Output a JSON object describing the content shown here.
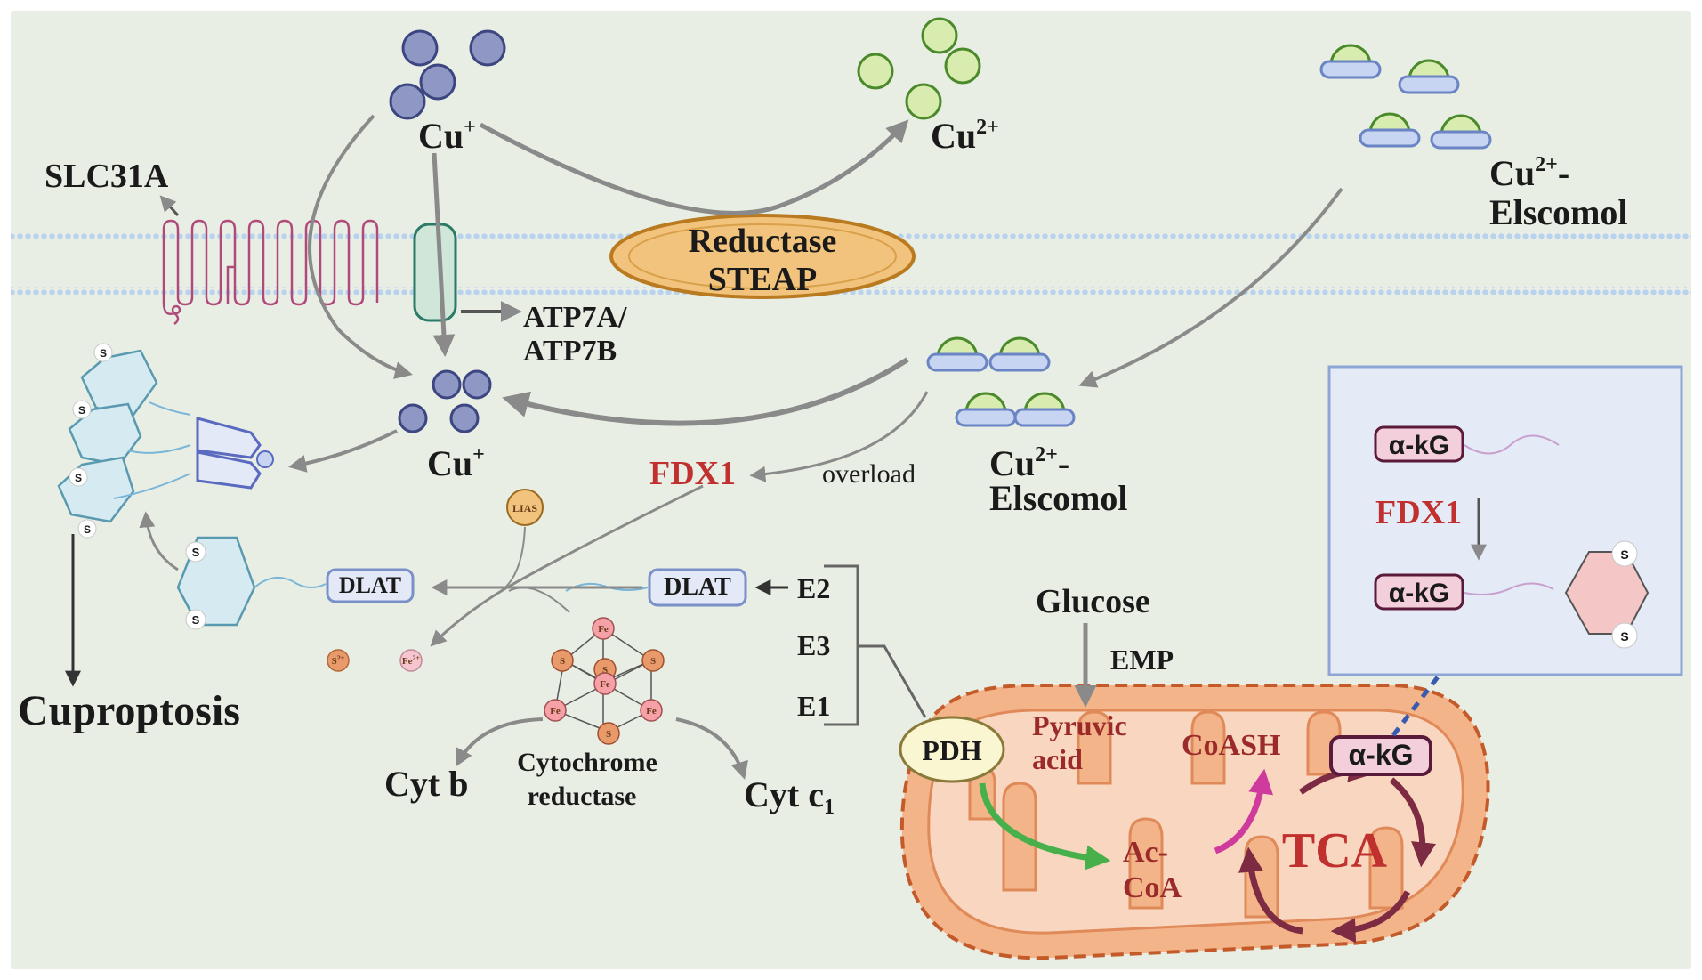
{
  "labels": {
    "cu_plus_top": "Cu",
    "cu_plus_top_sup": "+",
    "cu_2plus_top": "Cu",
    "cu_2plus_top_sup": "2+",
    "cu_elscomol_top_line1": "Cu",
    "cu_elscomol_top_sup": "2+",
    "cu_elscomol_top_dash": "-",
    "cu_elscomol_top_line2": "Elscomol",
    "slc31a": "SLC31A",
    "reductase": "Reductase",
    "steap": "STEAP",
    "atp7a": "ATP7A/",
    "atp7b": "ATP7B",
    "cu_plus_mid": "Cu",
    "cu_plus_mid_sup": "+",
    "fdx1": "FDX1",
    "overload": "overload",
    "cu_elscomol_mid_line1": "Cu",
    "cu_elscomol_mid_sup": "2+",
    "cu_elscomol_mid_dash": "-",
    "cu_elscomol_mid_line2": "Elscomol",
    "lias": "LIAS",
    "dlat_left": "DLAT",
    "dlat_right": "DLAT",
    "e2": "E2",
    "e3": "E3",
    "e1": "E1",
    "s2plus": "S",
    "s2plus_sup": "2+",
    "fe2plus": "Fe",
    "fe2plus_sup": "2+",
    "cuproptosis": "Cuproptosis",
    "cyt_b": "Cyt b",
    "cytochrome": "Cytochrome",
    "reductase_small": "reductase",
    "cyt_c1": "Cyt c",
    "cyt_c1_sub": "1",
    "glucose": "Glucose",
    "emp": "EMP",
    "pdh": "PDH",
    "pyruvic": "Pyruvic",
    "acid": "acid",
    "coash": "CoASH",
    "akg_mito": "α-kG",
    "tca": "TCA",
    "ac": "Ac-",
    "coa": "CoA",
    "inset_akg_top": "α-kG",
    "inset_fdx1": "FDX1",
    "inset_akg_bottom": "α-kG",
    "s_letter": "S",
    "fe_letter": "Fe"
  },
  "colors": {
    "background": "#e8eee4",
    "membrane_dot": "#b9d3ee",
    "cu_plus": "#8f97c4",
    "cu_2plus": "#d9ecb0",
    "elscomol_base": "#c7d4f2",
    "reductase_fill": "#f2c37c",
    "fdx1_red": "#c0302e",
    "mito_fill": "#f4b48a",
    "mito_border": "#d9713a",
    "tca_arrow": "#7d2b42",
    "magenta_arrow": "#cf3b9c",
    "green_arrow": "#47b04a",
    "akg_fill": "#f3cfdc",
    "inset_fill": "#e4eaf6",
    "inset_border": "#8ea6d6"
  },
  "icons": {
    "receptor": "slc31a-transporter-icon",
    "atp_channel": "atp7-channel-icon",
    "elscomol": "elscomol-complex-icon",
    "fe_s_cluster": "iron-sulfur-cluster-icon",
    "lipoyl_ring": "lipoyl-ring-icon",
    "mitochondrion": "mitochondrion-icon"
  }
}
